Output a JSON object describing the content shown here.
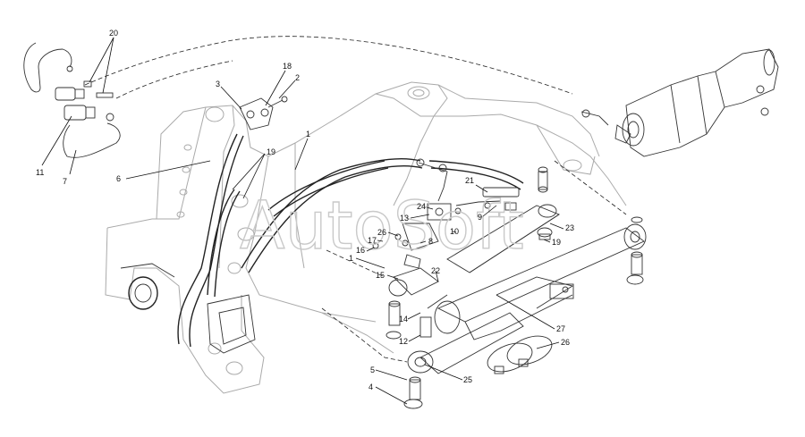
{
  "watermark": "AutoSoft",
  "labels": [
    {
      "id": "20a",
      "text": "20"
    },
    {
      "id": "18",
      "text": "18"
    },
    {
      "id": "2",
      "text": "2"
    },
    {
      "id": "3",
      "text": "3"
    },
    {
      "id": "1a",
      "text": "1"
    },
    {
      "id": "11",
      "text": "11"
    },
    {
      "id": "7",
      "text": "7"
    },
    {
      "id": "6",
      "text": "6"
    },
    {
      "id": "19a",
      "text": "19"
    },
    {
      "id": "21",
      "text": "21"
    },
    {
      "id": "24",
      "text": "24"
    },
    {
      "id": "13",
      "text": "13"
    },
    {
      "id": "9",
      "text": "9"
    },
    {
      "id": "26a",
      "text": "26"
    },
    {
      "id": "10",
      "text": "10"
    },
    {
      "id": "23",
      "text": "23"
    },
    {
      "id": "17",
      "text": "17"
    },
    {
      "id": "16",
      "text": "16"
    },
    {
      "id": "8",
      "text": "8"
    },
    {
      "id": "19b",
      "text": "19"
    },
    {
      "id": "1b",
      "text": "1"
    },
    {
      "id": "15",
      "text": "15"
    },
    {
      "id": "22",
      "text": "22"
    },
    {
      "id": "14",
      "text": "14"
    },
    {
      "id": "27",
      "text": "27"
    },
    {
      "id": "12",
      "text": "12"
    },
    {
      "id": "26b",
      "text": "26"
    },
    {
      "id": "5",
      "text": "5"
    },
    {
      "id": "25",
      "text": "25"
    },
    {
      "id": "4",
      "text": "4"
    }
  ]
}
